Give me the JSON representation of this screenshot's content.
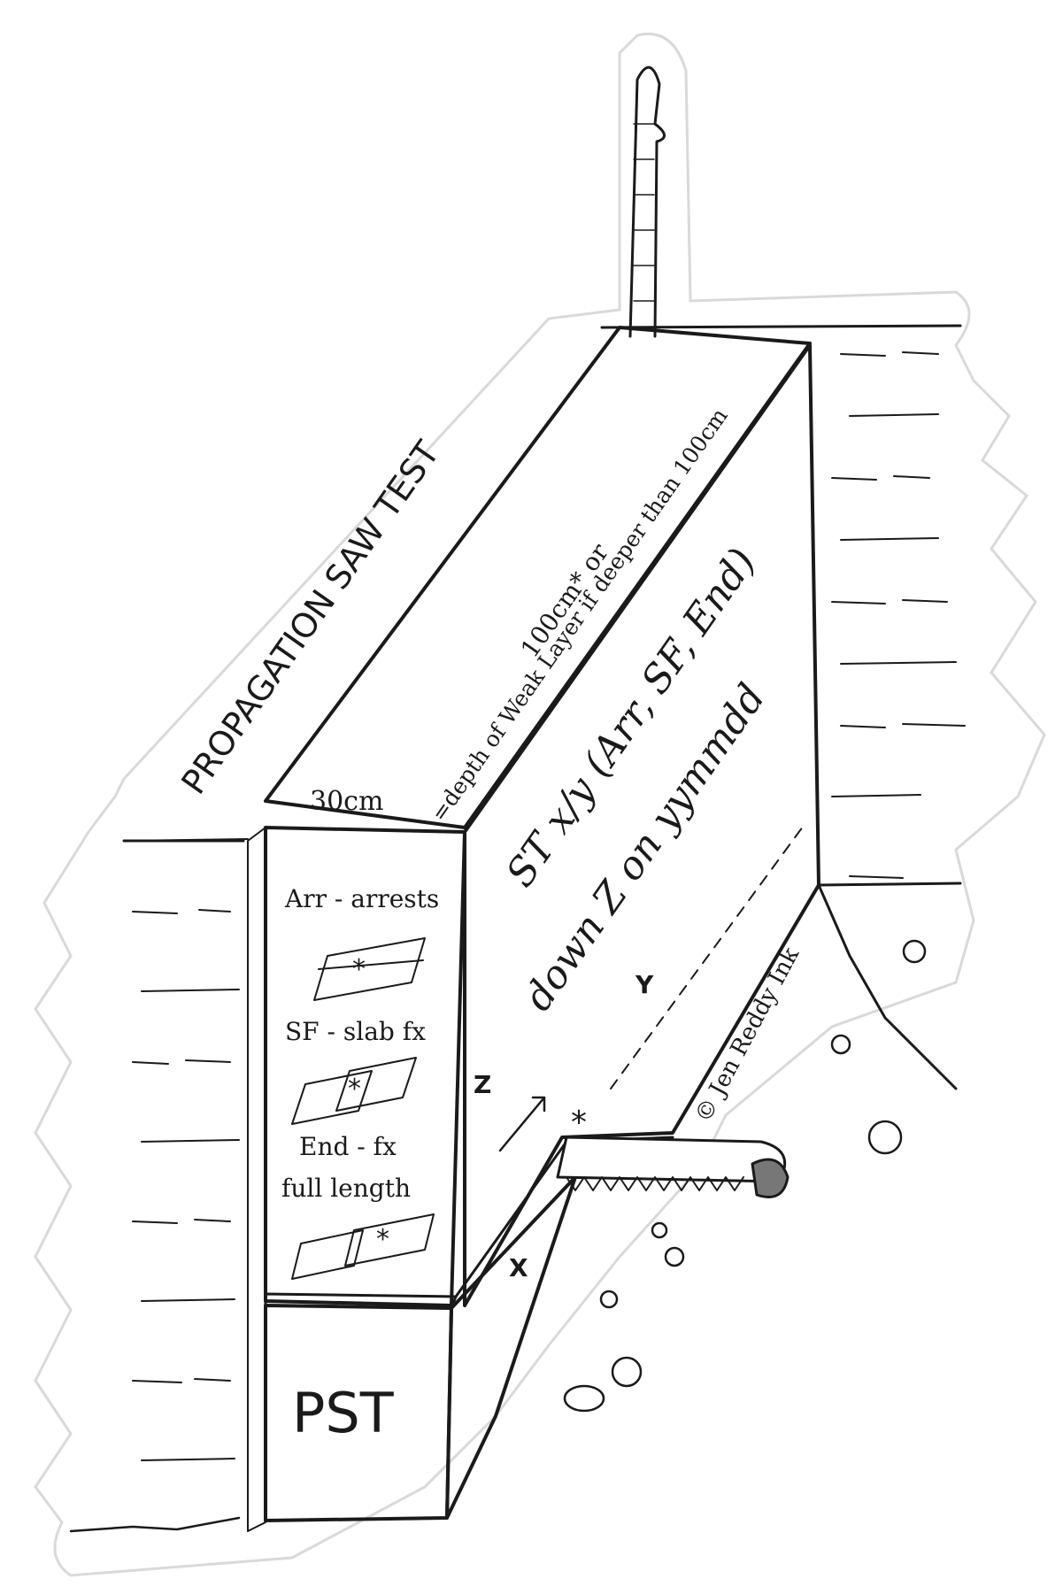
{
  "diagram": {
    "title": "PROPAGATION SAW TEST",
    "column_length": "100cm* or",
    "column_length_alt": "=depth of Weak Layer if deeper than 100cm",
    "column_width": "30cm",
    "result_format_line1": "ST x/y (Arr, SF, End)",
    "result_format_line2": "down Z on yymmdd",
    "legend": {
      "arr": "Arr - arrests",
      "sf": "SF - slab fx",
      "end_line1": "End - fx",
      "end_line2": "full length"
    },
    "axis_x": "X",
    "axis_y": "Y",
    "axis_z": "Z",
    "block_label": "PST",
    "fracture_marker": "*",
    "credit": "© Jen Reddy Ink"
  },
  "colors": {
    "ink": "#1a1a1a",
    "paper": "#ffffff",
    "sticker_border": "#d9d9d9"
  }
}
